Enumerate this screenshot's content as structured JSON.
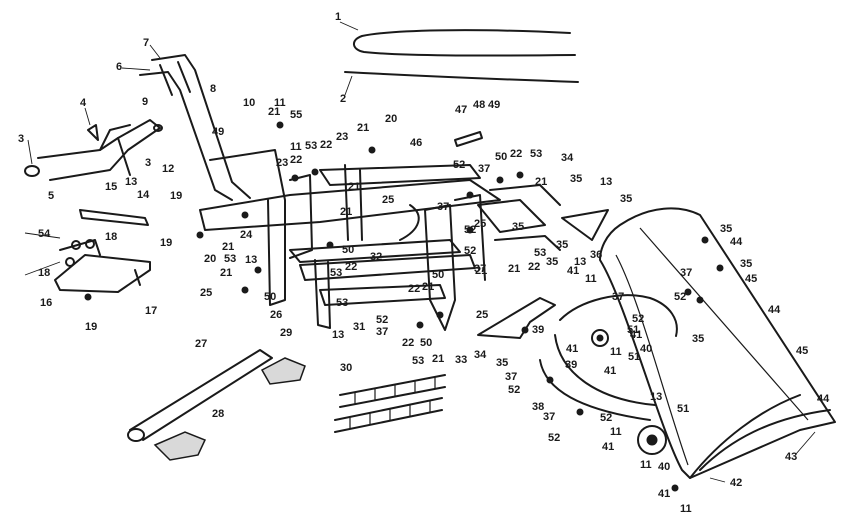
{
  "callouts": [
    {
      "id": "c1",
      "text": "1"
    },
    {
      "id": "c2",
      "text": "2"
    },
    {
      "id": "c3a",
      "text": "3"
    },
    {
      "id": "c3b",
      "text": "3"
    },
    {
      "id": "c4",
      "text": "4"
    },
    {
      "id": "c5",
      "text": "5"
    },
    {
      "id": "c6",
      "text": "6"
    },
    {
      "id": "c7",
      "text": "7"
    },
    {
      "id": "c8",
      "text": "8"
    },
    {
      "id": "c9",
      "text": "9"
    },
    {
      "id": "c10",
      "text": "10"
    },
    {
      "id": "c11a",
      "text": "11"
    },
    {
      "id": "c11b",
      "text": "11"
    },
    {
      "id": "c11c",
      "text": "11"
    },
    {
      "id": "c11d",
      "text": "11"
    },
    {
      "id": "c11e",
      "text": "11"
    },
    {
      "id": "c11f",
      "text": "11"
    },
    {
      "id": "c11g",
      "text": "11"
    },
    {
      "id": "c12",
      "text": "12"
    },
    {
      "id": "c13a",
      "text": "13"
    },
    {
      "id": "c13b",
      "text": "13"
    },
    {
      "id": "c13c",
      "text": "13"
    },
    {
      "id": "c13d",
      "text": "13"
    },
    {
      "id": "c13e",
      "text": "13"
    },
    {
      "id": "c13f",
      "text": "13"
    },
    {
      "id": "c14",
      "text": "14"
    },
    {
      "id": "c15",
      "text": "15"
    },
    {
      "id": "c16",
      "text": "16"
    },
    {
      "id": "c17",
      "text": "17"
    },
    {
      "id": "c18a",
      "text": "18"
    },
    {
      "id": "c18b",
      "text": "18"
    },
    {
      "id": "c19a",
      "text": "19"
    },
    {
      "id": "c19b",
      "text": "19"
    },
    {
      "id": "c19c",
      "text": "19"
    },
    {
      "id": "c20a",
      "text": "20"
    },
    {
      "id": "c20b",
      "text": "20"
    },
    {
      "id": "c21a",
      "text": "21"
    },
    {
      "id": "c21b",
      "text": "21"
    },
    {
      "id": "c21c",
      "text": "21"
    },
    {
      "id": "c21d",
      "text": "21"
    },
    {
      "id": "c21e",
      "text": "21"
    },
    {
      "id": "c21f",
      "text": "21"
    },
    {
      "id": "c21g",
      "text": "21"
    },
    {
      "id": "c21h",
      "text": "21"
    },
    {
      "id": "c21i",
      "text": "21"
    },
    {
      "id": "c21j",
      "text": "21"
    },
    {
      "id": "c21k",
      "text": "21"
    },
    {
      "id": "c22a",
      "text": "22"
    },
    {
      "id": "c22b",
      "text": "22"
    },
    {
      "id": "c22c",
      "text": "22"
    },
    {
      "id": "c22d",
      "text": "22"
    },
    {
      "id": "c22e",
      "text": "22"
    },
    {
      "id": "c22f",
      "text": "22"
    },
    {
      "id": "c22g",
      "text": "22"
    },
    {
      "id": "c23a",
      "text": "23"
    },
    {
      "id": "c23b",
      "text": "23"
    },
    {
      "id": "c24",
      "text": "24"
    },
    {
      "id": "c25a",
      "text": "25"
    },
    {
      "id": "c25b",
      "text": "25"
    },
    {
      "id": "c25c",
      "text": "25"
    },
    {
      "id": "c25d",
      "text": "25"
    },
    {
      "id": "c26",
      "text": "26"
    },
    {
      "id": "c27",
      "text": "27"
    },
    {
      "id": "c28",
      "text": "28"
    },
    {
      "id": "c29",
      "text": "29"
    },
    {
      "id": "c30",
      "text": "30"
    },
    {
      "id": "c31",
      "text": "31"
    },
    {
      "id": "c32",
      "text": "32"
    },
    {
      "id": "c33",
      "text": "33"
    },
    {
      "id": "c34a",
      "text": "34"
    },
    {
      "id": "c34b",
      "text": "34"
    },
    {
      "id": "c35a",
      "text": "35"
    },
    {
      "id": "c35b",
      "text": "35"
    },
    {
      "id": "c35c",
      "text": "35"
    },
    {
      "id": "c35d",
      "text": "35"
    },
    {
      "id": "c35e",
      "text": "35"
    },
    {
      "id": "c35f",
      "text": "35"
    },
    {
      "id": "c35g",
      "text": "35"
    },
    {
      "id": "c35h",
      "text": "35"
    },
    {
      "id": "c35i",
      "text": "35"
    },
    {
      "id": "c36",
      "text": "36"
    },
    {
      "id": "c37a",
      "text": "37"
    },
    {
      "id": "c37b",
      "text": "37"
    },
    {
      "id": "c37c",
      "text": "37"
    },
    {
      "id": "c37d",
      "text": "37"
    },
    {
      "id": "c37e",
      "text": "37"
    },
    {
      "id": "c37f",
      "text": "37"
    },
    {
      "id": "c37g",
      "text": "37"
    },
    {
      "id": "c37h",
      "text": "37"
    },
    {
      "id": "c38",
      "text": "38"
    },
    {
      "id": "c39a",
      "text": "39"
    },
    {
      "id": "c39b",
      "text": "39"
    },
    {
      "id": "c40a",
      "text": "40"
    },
    {
      "id": "c40b",
      "text": "40"
    },
    {
      "id": "c41a",
      "text": "41"
    },
    {
      "id": "c41b",
      "text": "41"
    },
    {
      "id": "c41c",
      "text": "41"
    },
    {
      "id": "c41d",
      "text": "41"
    },
    {
      "id": "c41e",
      "text": "41"
    },
    {
      "id": "c41f",
      "text": "41"
    },
    {
      "id": "c42",
      "text": "42"
    },
    {
      "id": "c43",
      "text": "43"
    },
    {
      "id": "c44a",
      "text": "44"
    },
    {
      "id": "c44b",
      "text": "44"
    },
    {
      "id": "c44c",
      "text": "44"
    },
    {
      "id": "c45a",
      "text": "45"
    },
    {
      "id": "c45b",
      "text": "45"
    },
    {
      "id": "c46",
      "text": "46"
    },
    {
      "id": "c47",
      "text": "47"
    },
    {
      "id": "c48",
      "text": "48"
    },
    {
      "id": "c49a",
      "text": "49"
    },
    {
      "id": "c49b",
      "text": "49"
    },
    {
      "id": "c50a",
      "text": "50"
    },
    {
      "id": "c50b",
      "text": "50"
    },
    {
      "id": "c50c",
      "text": "50"
    },
    {
      "id": "c50d",
      "text": "50"
    },
    {
      "id": "c50e",
      "text": "50"
    },
    {
      "id": "c51a",
      "text": "51"
    },
    {
      "id": "c51b",
      "text": "51"
    },
    {
      "id": "c51c",
      "text": "51"
    },
    {
      "id": "c52a",
      "text": "52"
    },
    {
      "id": "c52b",
      "text": "52"
    },
    {
      "id": "c52c",
      "text": "52"
    },
    {
      "id": "c52d",
      "text": "52"
    },
    {
      "id": "c52e",
      "text": "52"
    },
    {
      "id": "c52f",
      "text": "52"
    },
    {
      "id": "c52g",
      "text": "52"
    },
    {
      "id": "c52h",
      "text": "52"
    },
    {
      "id": "c52i",
      "text": "52"
    },
    {
      "id": "c53a",
      "text": "53"
    },
    {
      "id": "c53b",
      "text": "53"
    },
    {
      "id": "c53c",
      "text": "53"
    },
    {
      "id": "c53d",
      "text": "53"
    },
    {
      "id": "c53e",
      "text": "53"
    },
    {
      "id": "c53f",
      "text": "53"
    },
    {
      "id": "c53g",
      "text": "53"
    },
    {
      "id": "c54",
      "text": "54"
    },
    {
      "id": "c55",
      "text": "55"
    }
  ]
}
